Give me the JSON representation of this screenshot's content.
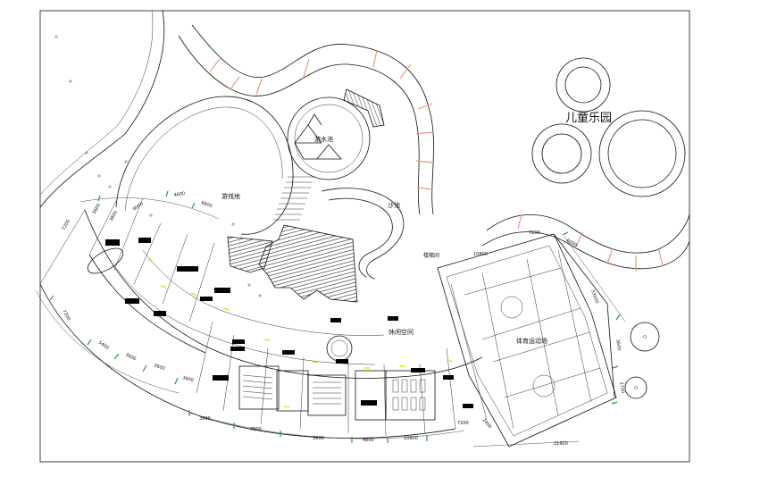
{
  "labels": {
    "children_park": "儿童乐园",
    "lawn": "游戏地",
    "pond": "游水池",
    "sand_pit": "沙池",
    "slope_label": "楼梯间",
    "atrium": "休闲空间",
    "sports_court": "体育运动场"
  },
  "dimensions": {
    "d1": "3900",
    "d2": "7800",
    "d3": "3600",
    "d4": "3600",
    "d5": "3600",
    "d6": "3600",
    "d7": "5400",
    "d8": "7200",
    "d9": "7200",
    "d10": "4800",
    "d11": "10800",
    "d12": "6600",
    "d13": "4600",
    "d14": "10800",
    "d15": "7200",
    "d16": "3600",
    "d17": "3600",
    "d18": "21600",
    "d19": "33000",
    "d20": "7200",
    "d21": "3600",
    "d22": "2700",
    "d23": "6000",
    "d24": "2400",
    "d25": "9000"
  },
  "colors": {
    "line": "#111111",
    "accent_walkway": "#e89a7c",
    "dimension_tick": "#2a9d2a",
    "door_mark": "#e6e61a"
  }
}
